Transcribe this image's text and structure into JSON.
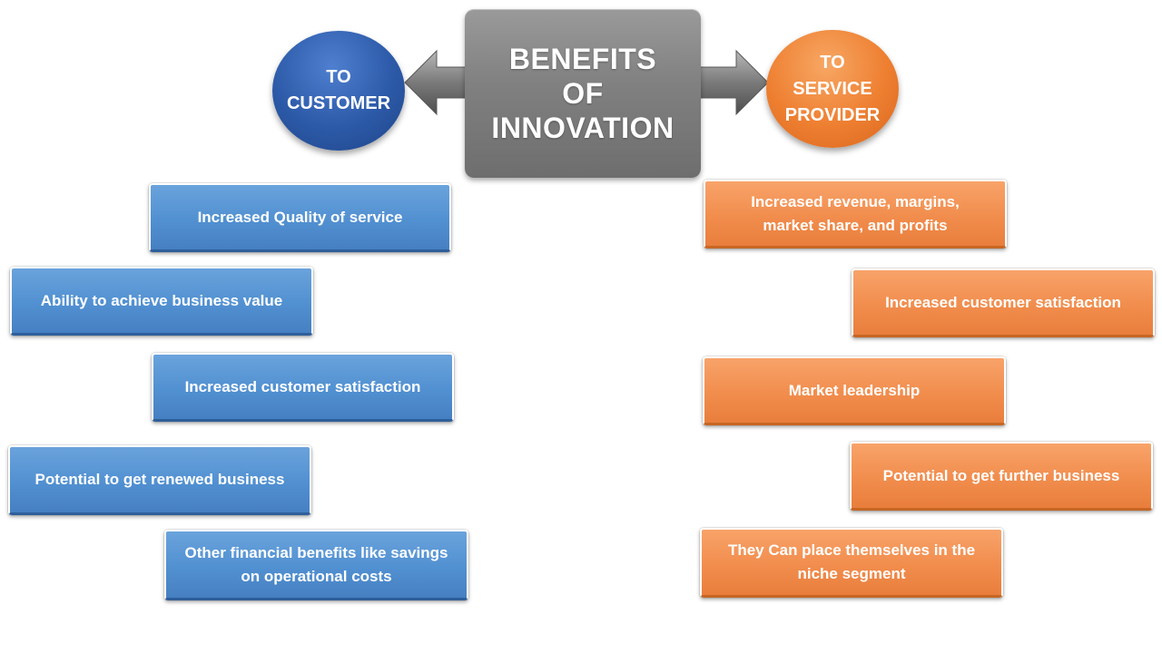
{
  "center": {
    "title": "BENEFITS\nOF\nINNOVATION"
  },
  "customer": {
    "label": "TO\nCUSTOMER",
    "items": [
      "Increased Quality  of service",
      "Ability to achieve business  value",
      "Increased customer  satisfaction",
      "Potential to get renewed business",
      "Other financial benefits like savings\non operational  costs"
    ]
  },
  "provider": {
    "label": "TO\nSERVICE\nPROVIDER",
    "items": [
      "Increased revenue, margins,\nmarket share, and profits",
      "Increased customer satisfaction",
      "Market leadership",
      "Potential to get further business",
      "They Can place themselves in the\nniche segment"
    ]
  },
  "colors": {
    "customer": "#2c5aa8",
    "customer_box": "#5190d1",
    "provider": "#ee7f31",
    "provider_box": "#f18d4d",
    "center": "#808080"
  }
}
